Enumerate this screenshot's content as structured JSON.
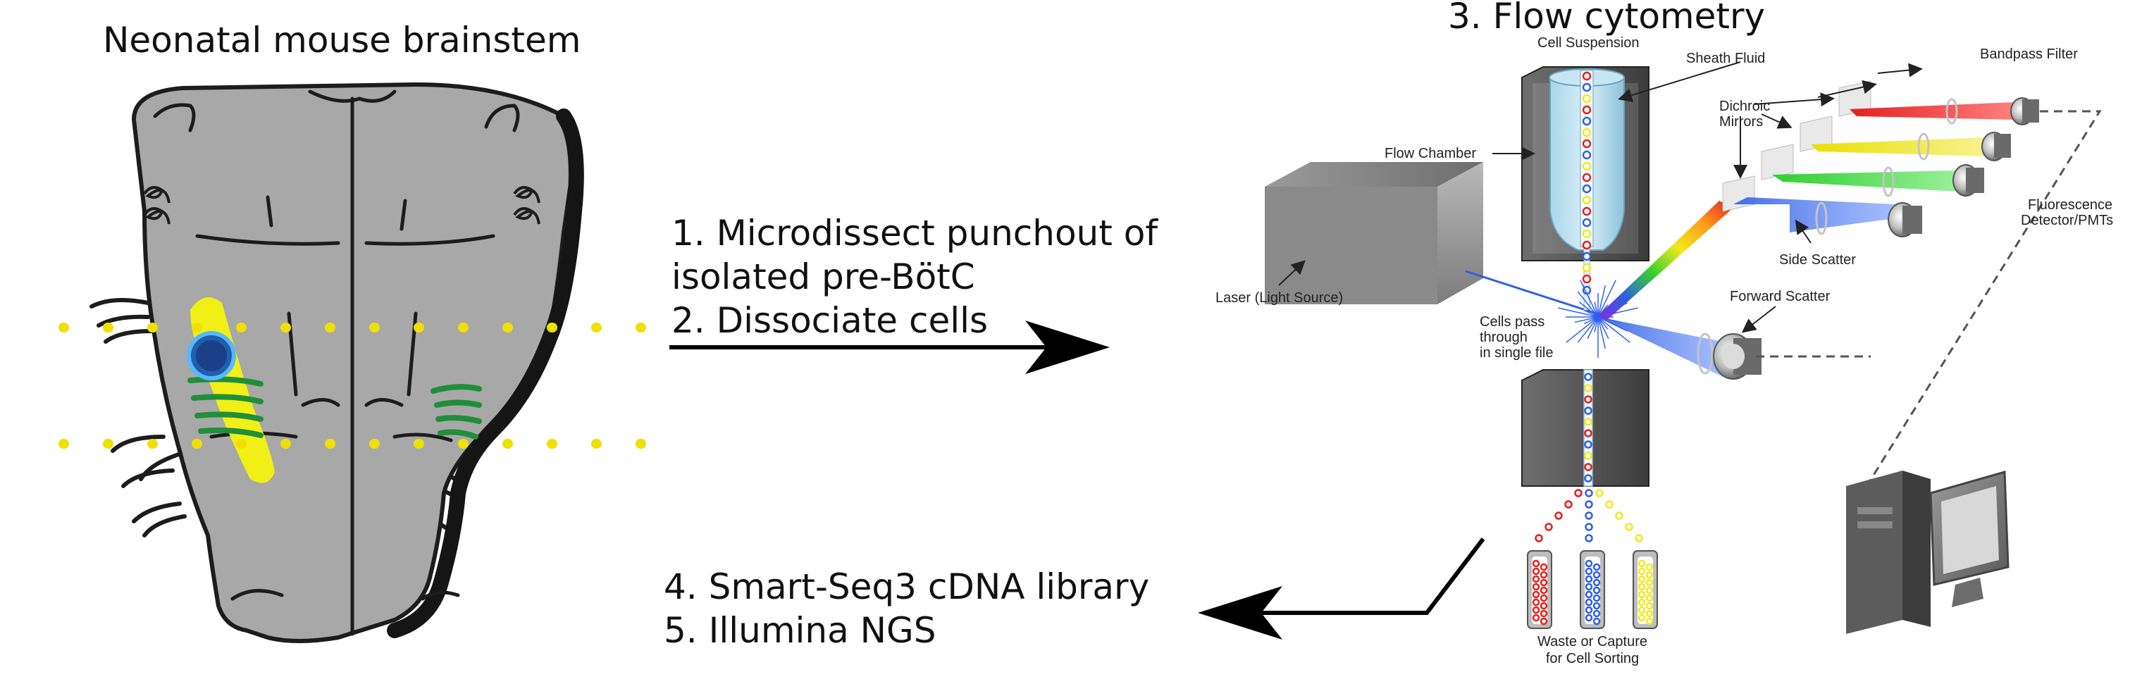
{
  "brainstem": {
    "title": "Neonatal mouse brainstem"
  },
  "steps": {
    "step1_line1": "1. Microdissect punchout of",
    "step1_line2": "isolated pre-BötC",
    "step2": "2. Dissociate cells",
    "step3": "3. Flow cytometry",
    "step4": "4. Smart-Seq3 cDNA library",
    "step5": "5. Illumina NGS"
  },
  "flow_labels": {
    "cell_suspension": "Cell Suspension",
    "sheath_fluid": "Sheath Fluid",
    "flow_chamber": "Flow Chamber",
    "laser": "Laser (Light Source)",
    "cells_pass_1": "Cells pass",
    "cells_pass_2": "through",
    "cells_pass_3": "in single file",
    "dichroic_1": "Dichroic",
    "dichroic_2": "Mirrors",
    "bandpass": "Bandpass Filter",
    "fluorescence_1": "Fluorescence",
    "fluorescence_2": "Detector/PMTs",
    "side_scatter": "Side Scatter",
    "forward_scatter": "Forward Scatter",
    "waste_1": "Waste or Capture",
    "waste_2": "for Cell Sorting"
  },
  "colors": {
    "tissue_gray": "#a8a8a8",
    "outline": "#1c1c1c",
    "prebotc_yellow": "#f2ef16",
    "green_marks": "#1f8f3a",
    "punch_blue": "#1f5fae",
    "dotted_yellow": "#f0e000",
    "beam_blue": "#2f5fe0",
    "beam_red": "#e41f1f",
    "beam_yellow": "#f2ea1a",
    "beam_green": "#36d12f"
  }
}
